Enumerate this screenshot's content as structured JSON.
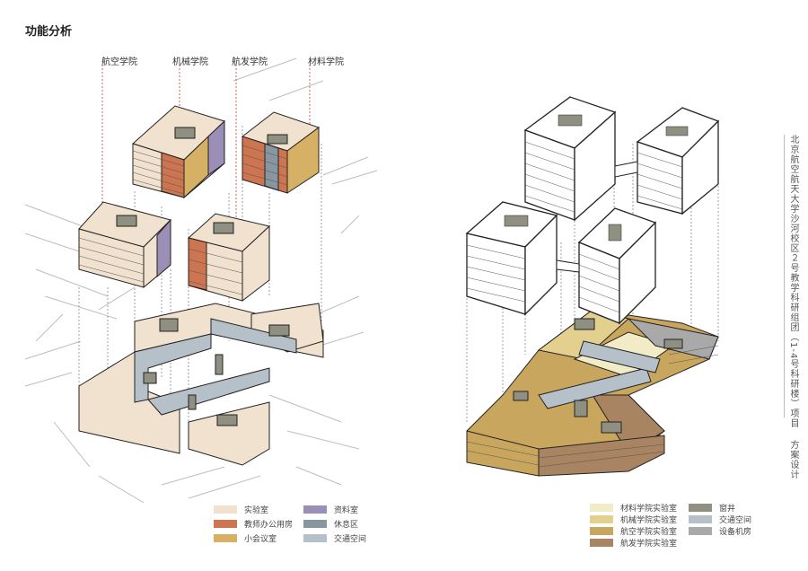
{
  "page": {
    "title": "功能分析",
    "side_title": "北京航空航天大学沙河校区２号教学科研组团（1-4号科研楼）项目",
    "side_subtitle": "方案设计"
  },
  "building_labels": [
    "航空学院",
    "机械学院",
    "航发学院",
    "材料学院"
  ],
  "legend_left": [
    {
      "label": "实验室",
      "color": "#f1e1cf"
    },
    {
      "label": "资料室",
      "color": "#9b8fb7"
    },
    {
      "label": "教师办公用房",
      "color": "#cd7550"
    },
    {
      "label": "休息区",
      "color": "#8896a0"
    },
    {
      "label": "小会议室",
      "color": "#d6b065"
    },
    {
      "label": "交通空间",
      "color": "#b5c0c8"
    }
  ],
  "legend_right": [
    {
      "label": "材料学院实验室",
      "color": "#f2ecc6"
    },
    {
      "label": "窗井",
      "color": "#8f8f82"
    },
    {
      "label": "机械学院实验室",
      "color": "#e3cf8e"
    },
    {
      "label": "交通空间",
      "color": "#b5c0c8"
    },
    {
      "label": "航空学院实验室",
      "color": "#c9a65e"
    },
    {
      "label": "设备机房",
      "color": "#a9a9a9"
    },
    {
      "label": "航发学院实验室",
      "color": "#a98462"
    }
  ]
}
